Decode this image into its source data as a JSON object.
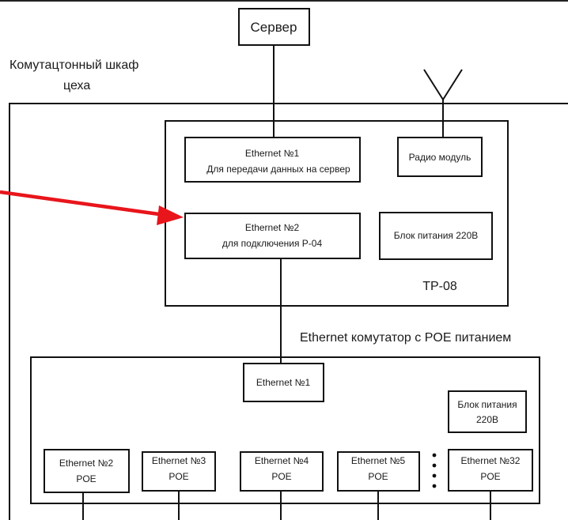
{
  "server": {
    "label": "Сервер"
  },
  "cabinet": {
    "line1": "Комутацтонный шкаф",
    "line2": "цеха"
  },
  "tp08": {
    "name": "ТР-08",
    "eth1": {
      "line1": "Ethernet №1",
      "line2": "Для передачи данных на сервер"
    },
    "radio": {
      "label": "Радио модуль"
    },
    "eth2": {
      "line1": "Ethernet №2",
      "line2": "для подключения Р-04"
    },
    "power": {
      "label": "Блок питания 220В"
    }
  },
  "switch": {
    "title": "Ethernet комутатор с POE питанием",
    "eth1": {
      "label": "Ethernet №1"
    },
    "power": {
      "line1": "Блок питания",
      "line2": "220В"
    },
    "ports": [
      {
        "line1": "Ethernet №2",
        "line2": "POE"
      },
      {
        "line1": "Ethernet №3",
        "line2": "POE"
      },
      {
        "line1": "Ethernet №4",
        "line2": "POE"
      },
      {
        "line1": "Ethernet №5",
        "line2": "POE"
      },
      {
        "line1": "Ethernet №32",
        "line2": "POE"
      }
    ]
  },
  "colors": {
    "arrow": "#e8151b",
    "line": "#111111",
    "text": "#1a1a1a"
  }
}
